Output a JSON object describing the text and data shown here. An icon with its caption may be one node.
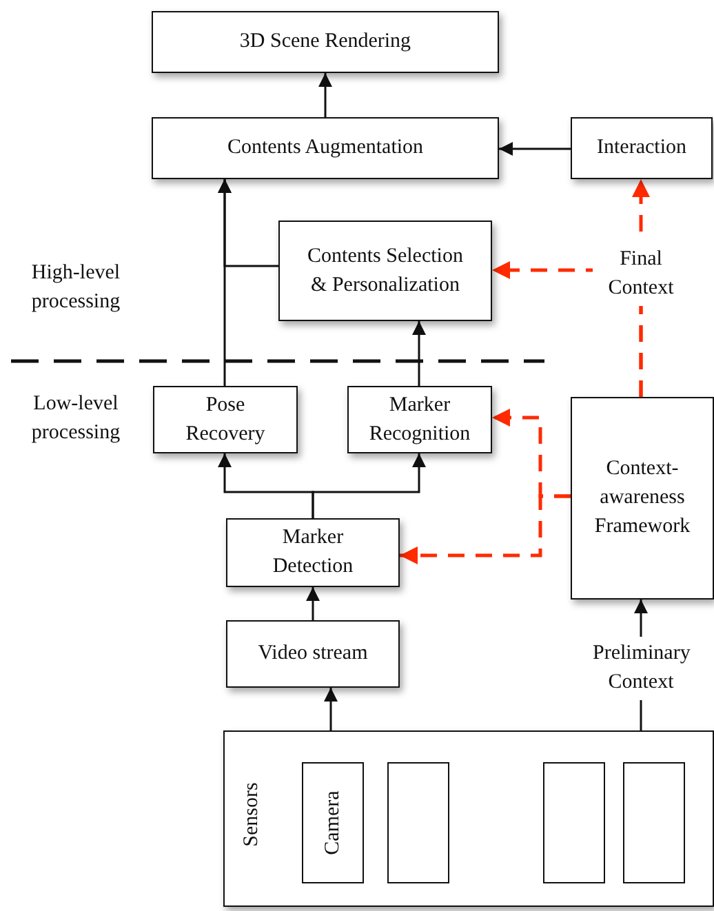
{
  "diagram": {
    "nodes": [
      {
        "text": [
          "3D Scene Rendering"
        ]
      },
      {
        "text": [
          "Contents Augmentation"
        ]
      },
      {
        "text": [
          "Interaction"
        ]
      },
      {
        "text": [
          "Contents Selection & Personalization"
        ]
      },
      {
        "text": [
          "Pose Recovery"
        ]
      },
      {
        "text": [
          "Marker Recognition"
        ]
      },
      {
        "text": [
          "Marker Detection"
        ]
      },
      {
        "text": [
          "Context-awareness Framework"
        ]
      },
      {
        "text": [
          "Video stream"
        ]
      },
      {
        "text": [
          "Sensors"
        ]
      },
      {
        "text": [
          "Camera"
        ],
        "in": 9
      },
      {
        "text": [],
        "shape": "box",
        "in": 9
      },
      {
        "text": [],
        "shape": "box",
        "in": 9
      },
      {
        "text": [],
        "shape": "box",
        "in": 9
      }
    ],
    "edges": [
      {
        "from": 1,
        "to": 0,
        "arrow": "to"
      },
      {
        "from": 2,
        "to": 1,
        "arrow": "to"
      },
      {
        "from": 4,
        "to": 1,
        "arrow": "to"
      },
      {
        "from": 3,
        "to": 1,
        "arrow": "to"
      },
      {
        "from": 5,
        "to": 3,
        "arrow": "to"
      },
      {
        "from": 6,
        "to": 4,
        "arrow": "to"
      },
      {
        "from": 6,
        "to": 5,
        "arrow": "to"
      },
      {
        "from": 8,
        "to": 6,
        "arrow": "to"
      },
      {
        "from": 10,
        "to": 8,
        "arrow": "to"
      },
      {
        "from": 9,
        "to": 7,
        "arrow": "to",
        "label": "Preliminary Context"
      },
      {
        "from": 7,
        "to": 2,
        "arrow": "to",
        "label": "Final Context",
        "style": "dashed",
        "color": "#ff2a00"
      },
      {
        "from": 7,
        "to": 3,
        "arrow": "to",
        "style": "dashed",
        "color": "#ff2a00"
      },
      {
        "from": 7,
        "to": 5,
        "arrow": "to",
        "style": "dashed",
        "color": "#ff2a00"
      },
      {
        "from": 7,
        "to": 6,
        "arrow": "to",
        "style": "dashed",
        "color": "#ff2a00"
      }
    ],
    "labels": [
      "High-level processing",
      "Low-level processing"
    ]
  }
}
